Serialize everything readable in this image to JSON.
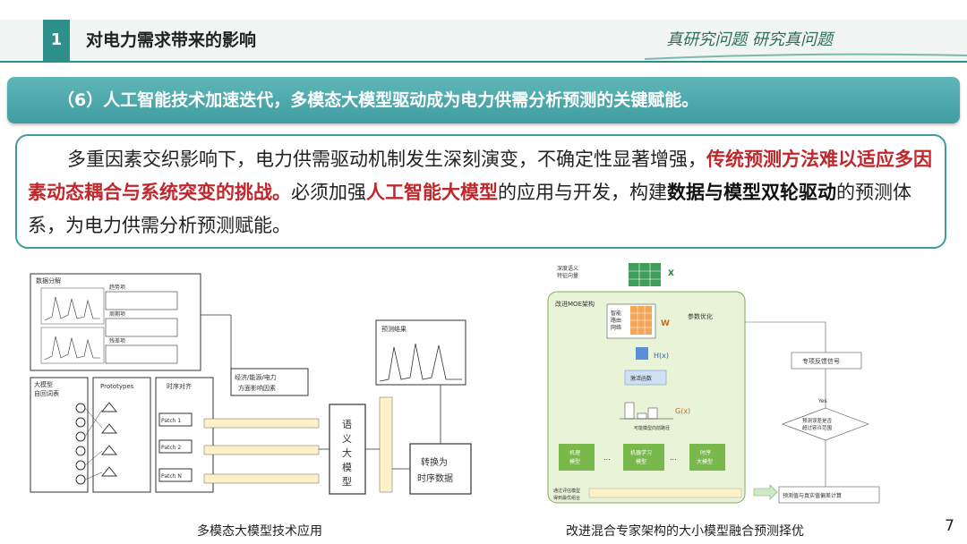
{
  "header": {
    "section_number": "1",
    "section_title": "对电力需求带来的影响",
    "slogan": "真研究问题 研究真问题"
  },
  "banner": {
    "text": "（6）人工智能技术加速迭代，多模态大模型驱动成为电力供需分析预测的关键赋能。"
  },
  "paragraph": {
    "p1": "多重因素交织影响下，电力供需驱动机制发生深刻演变，不确定性显著增强，",
    "p2_red": "传统预测方法难以适应多因素动态耦合与系统突变的挑战。",
    "p3": "必须加强",
    "p4_red": "人工智能大模型",
    "p5": "的应用与开发，构建",
    "p6_bold": "数据与模型双轮驱动",
    "p7": "的预测体系，为电力供需分析预测赋能。"
  },
  "figure_left": {
    "caption": "多模态大模型技术应用",
    "labels": {
      "data_decompose": "数据分解",
      "trend": "趋势项",
      "period": "周期项",
      "residual": "残差项",
      "llm_tokens": "大模型\n自回词表",
      "prototypes": "Prototypes",
      "patch_align": "时序对齐",
      "patch1": "Patch 1",
      "patch2": "Patch 2",
      "patchn": "Patch N",
      "factors": "经济/能源/电力\n方面影响因素",
      "semantic": "语义大模型",
      "convert": "转换为\n时序数据",
      "forecast": "预测结果"
    }
  },
  "figure_right": {
    "caption": "改进混合专家架构的大小模型融合预测择优",
    "labels": {
      "deep_semantic": "深度语义\n特征向量",
      "x": "X",
      "moe": "改进MOE架构",
      "gating": "智能\n路由\n网络",
      "w": "W",
      "param_opt": "参数优化",
      "hx": "H(x)",
      "activation": "激活函数",
      "gx": "G(x)",
      "select": "可能模型向前路径",
      "m1": "机理\n模型",
      "m2": "机器学习\n模型",
      "m3": "时序\n大模型",
      "dots": "...",
      "feedback": "专项反馈信号",
      "yes": "Yes",
      "decision": "预测误差是否\n超过容许范围",
      "compare": "预测值与真实值偏差计算",
      "select_best": "通过评估模型\n得到最优组合"
    }
  },
  "page_number": "7"
}
